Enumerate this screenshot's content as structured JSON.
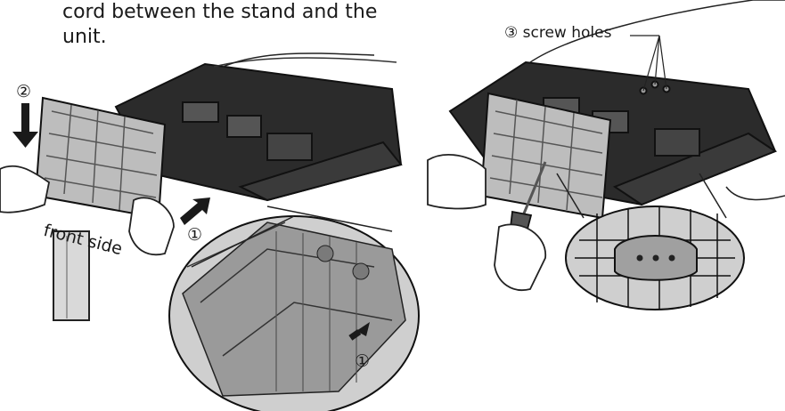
{
  "instruction": {
    "line1": "cord between the stand and the",
    "line2": "unit."
  },
  "labels": {
    "screw_holes": "③ screw holes",
    "front_side": "front side",
    "step1_a": "①",
    "step1_b": "①",
    "step2": "②"
  }
}
